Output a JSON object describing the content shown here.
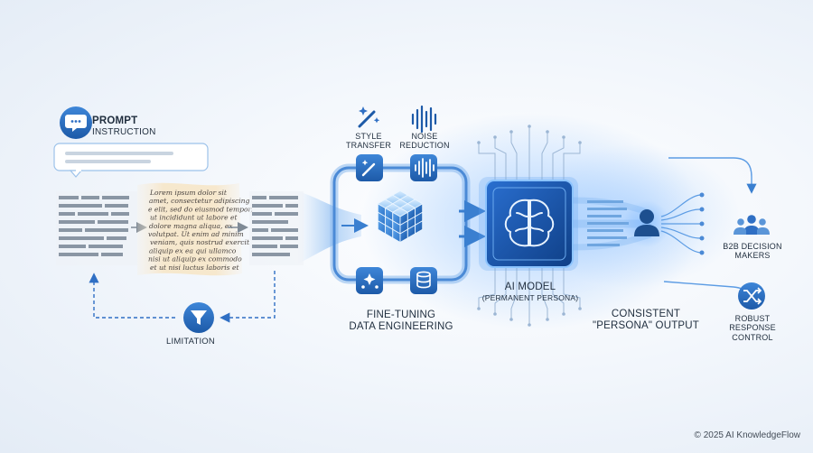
{
  "prompt": {
    "title": "PROMPT",
    "subtitle": "INSTRUCTION"
  },
  "handwritten_text": [
    "Lorem ipsum dolor sit",
    "amet, consectetur adipiscing",
    "e elit, sed do eiusmod tempor,",
    "ut incididunt ut labore et",
    "dolore magna aliqua, ex",
    "volutpat. Ut enim ad minim",
    "veniam, quis nostrud exercit",
    "aliquip ex ea qui ullamco",
    "nisi ut aliquip ex commodo",
    "et ut nisi luctus laboris et"
  ],
  "limitation": {
    "label": "LIMITATION"
  },
  "style_transfer": {
    "line1": "STYLE",
    "line2": "TRANSFER"
  },
  "noise_reduction": {
    "line1": "NOISE",
    "line2": "REDUCTION"
  },
  "fine_tuning": {
    "line1": "FINE-TUNING",
    "line2": "DATA ENGINEERING"
  },
  "ai_model": {
    "title": "AI MODEL",
    "subtitle": "(PERMANENT PERSONA)"
  },
  "output": {
    "line1": "CONSISTENT",
    "line2": "\"PERSONA\" OUTPUT"
  },
  "b2b": {
    "line1": "B2B DECISION",
    "line2": "MAKERS"
  },
  "robust": {
    "line1": "ROBUST",
    "line2": "RESPONSE",
    "line3": "CONTROL"
  },
  "copyright": "© 2025 AI KnowledgeFlow",
  "colors": {
    "accent": "#2f6fc4",
    "dark_accent": "#1b4f93",
    "glow": "#5aa0f0",
    "text": "#1f2d3d"
  }
}
